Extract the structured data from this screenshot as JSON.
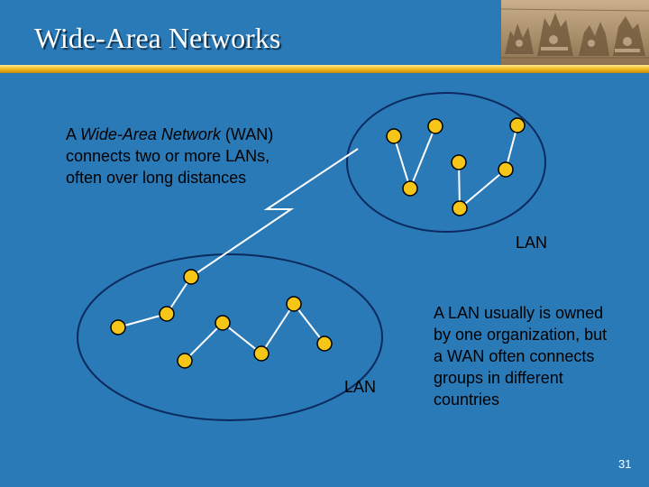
{
  "slide": {
    "title": "Wide-Area Networks",
    "intro": {
      "prefix": "A ",
      "term": "Wide-Area Network",
      "line1_rest": " (WAN)",
      "line2": "connects two or more LANs,",
      "line3": "often over long distances"
    },
    "lan_label_upper": "LAN",
    "lan_label_lower": "LAN",
    "note_lines": [
      "A LAN usually is owned",
      "by one organization, but",
      "a WAN often connects",
      "groups in different",
      "countries"
    ],
    "page_number": "31"
  },
  "images": {
    "corner_photo": "carved-temple-relief-photo"
  },
  "colors": {
    "background": "#2A7AB8",
    "node_fill": "#F5C518",
    "link": "#FFFFFF",
    "ellipse_stroke": "#0B2A5E",
    "title_rule": "#F0B81E"
  }
}
